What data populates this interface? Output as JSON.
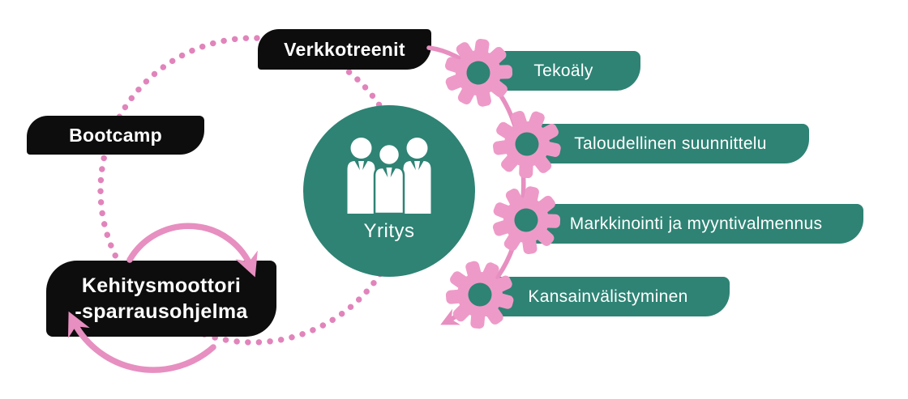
{
  "colors": {
    "teal": "#2E8374",
    "pink": "#E78FC0",
    "pink_gear": "#EE9AC8",
    "pink_dot": "#E184BB",
    "black": "#0D0D0D",
    "text": "#FFFFFF"
  },
  "center": {
    "label": "Yritys"
  },
  "programs": [
    {
      "label": "Verkkotreenit"
    },
    {
      "label": "Bootcamp"
    },
    {
      "label_line1": "Kehitysmoottori",
      "label_line2": "-sparrausohjelma"
    }
  ],
  "services": [
    {
      "label": "Tekoäly"
    },
    {
      "label": "Taloudellinen suunnittelu"
    },
    {
      "label": "Markkinointi ja myyntivalmennus"
    },
    {
      "label": "Kansainvälistyminen"
    }
  ]
}
